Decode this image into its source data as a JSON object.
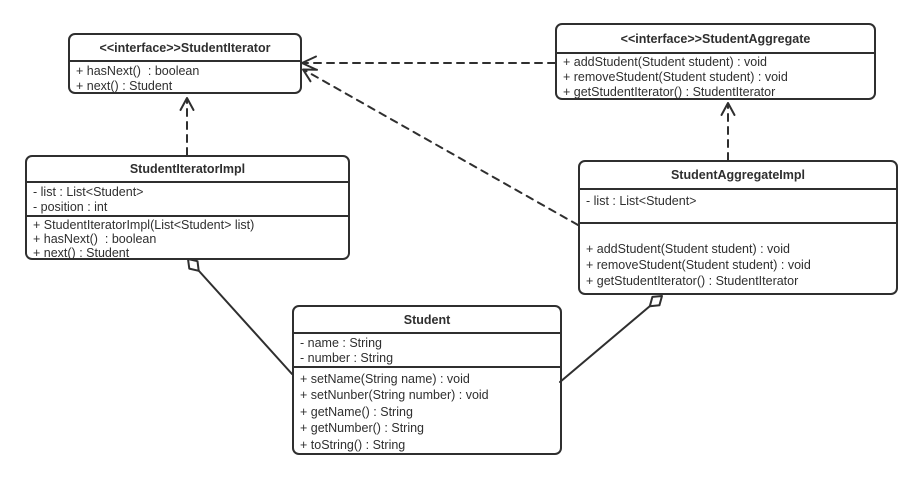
{
  "diagram": {
    "kind": "uml-class-diagram",
    "colors": {
      "stroke": "#2f2f2f",
      "fill": "#ffffff"
    },
    "classes": [
      {
        "name": "StudentIterator",
        "title": "<<interface>>StudentIterator",
        "attributes": [],
        "methods": [
          "+ hasNext()  : boolean",
          "+ next() : Student"
        ]
      },
      {
        "name": "StudentAggregate",
        "title": "<<interface>>StudentAggregate",
        "attributes": [],
        "methods": [
          "+ addStudent(Student student) : void",
          "+ removeStudent(Student student) : void",
          "+ getStudentIterator() : StudentIterator"
        ]
      },
      {
        "name": "StudentIteratorImpl",
        "title": "StudentIteratorImpl",
        "attributes": [
          "- list : List<Student>",
          "- position : int"
        ],
        "methods": [
          "+ StudentIteratorImpl(List<Student> list)",
          "+ hasNext()  : boolean",
          "+ next() : Student"
        ]
      },
      {
        "name": "StudentAggregateImpl",
        "title": "StudentAggregateImpl",
        "attributes": [
          "- list : List<Student>"
        ],
        "methods": [
          "+ addStudent(Student student) : void",
          "+ removeStudent(Student student) : void",
          "+ getStudentIterator() : StudentIterator"
        ]
      },
      {
        "name": "Student",
        "title": "Student",
        "attributes": [
          "- name : String",
          "- number : String"
        ],
        "methods": [
          "+ setName(String name) : void",
          "+ setNunber(String number) : void",
          "+ getName() : String",
          "+ getNumber() : String",
          "+ toString() : String"
        ]
      }
    ],
    "relations": [
      {
        "type": "realization",
        "from": "StudentIteratorImpl",
        "to": "StudentIterator"
      },
      {
        "type": "realization",
        "from": "StudentAggregateImpl",
        "to": "StudentAggregate"
      },
      {
        "type": "dependency",
        "from": "StudentAggregate",
        "to": "StudentIterator"
      },
      {
        "type": "dependency",
        "from": "StudentAggregateImpl",
        "to": "StudentIterator"
      },
      {
        "type": "aggregation",
        "from": "StudentIteratorImpl",
        "to": "Student"
      },
      {
        "type": "aggregation",
        "from": "StudentAggregateImpl",
        "to": "Student"
      }
    ]
  }
}
